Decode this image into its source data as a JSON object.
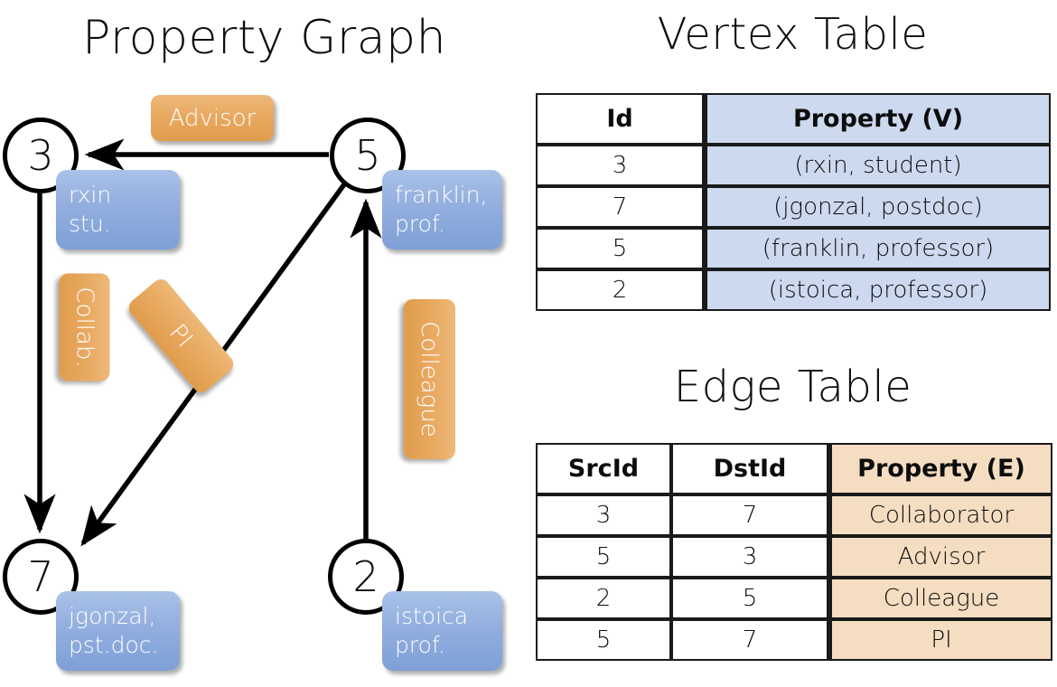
{
  "titles": {
    "property_graph": "Property Graph",
    "vertex_table": "Vertex Table",
    "edge_table": "Edge Table"
  },
  "graph": {
    "nodes": [
      {
        "id": "3",
        "name": "node-3",
        "property_lines": "rxin\nstu."
      },
      {
        "id": "5",
        "name": "node-5",
        "property_lines": "franklin,\nprof."
      },
      {
        "id": "7",
        "name": "node-7",
        "property_lines": "jgonzal,\npst.doc."
      },
      {
        "id": "2",
        "name": "node-2",
        "property_lines": "istoica\nprof."
      }
    ],
    "edge_labels": {
      "advisor": "Advisor",
      "collab": "Collab.",
      "pi": "PI",
      "colleague": "Colleague"
    },
    "edges": [
      {
        "src": "5",
        "dst": "3",
        "label": "Advisor"
      },
      {
        "src": "3",
        "dst": "7",
        "label": "Collab."
      },
      {
        "src": "5",
        "dst": "7",
        "label": "PI"
      },
      {
        "src": "2",
        "dst": "5",
        "label": "Colleague"
      }
    ]
  },
  "vertex_table": {
    "headers": [
      "Id",
      "Property (V)"
    ],
    "rows": [
      {
        "id": "3",
        "property": "(rxin, student)"
      },
      {
        "id": "7",
        "property": "(jgonzal, postdoc)"
      },
      {
        "id": "5",
        "property": "(franklin, professor)"
      },
      {
        "id": "2",
        "property": "(istoica, professor)"
      }
    ]
  },
  "edge_table": {
    "headers": [
      "SrcId",
      "DstId",
      "Property (E)"
    ],
    "rows": [
      {
        "src": "3",
        "dst": "7",
        "property": "Collaborator"
      },
      {
        "src": "5",
        "dst": "3",
        "property": "Advisor"
      },
      {
        "src": "2",
        "dst": "5",
        "property": "Colleague"
      },
      {
        "src": "5",
        "dst": "7",
        "property": "PI"
      }
    ]
  },
  "colors": {
    "vertex_property_fill": "#ccd9ef",
    "edge_property_fill": "#f5ddc2",
    "node_box_blue": "#93aedf",
    "edge_label_orange": "#e8a85f",
    "stroke": "#000000"
  }
}
